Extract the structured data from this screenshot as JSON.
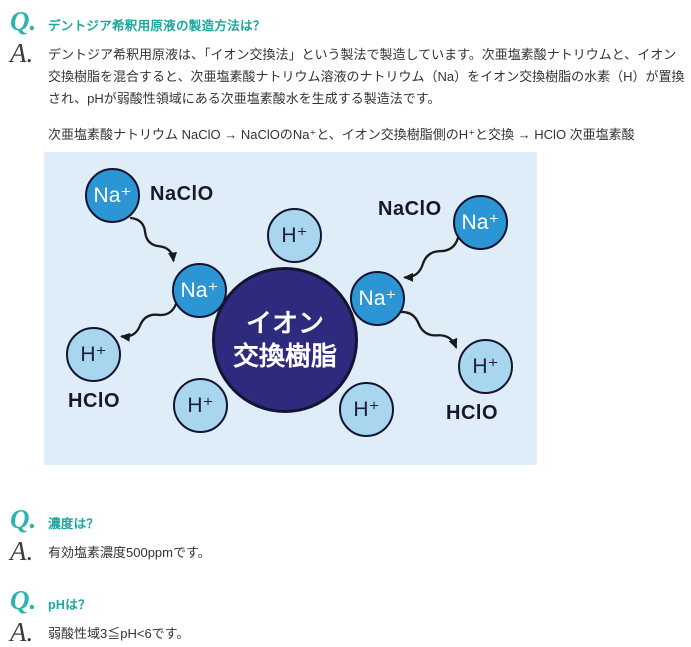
{
  "page": {
    "q_marker": "Q.",
    "a_marker": "A.",
    "marker_teal": "#2cb5ad",
    "question_teal": "#1aa89e",
    "text_color": "#333333"
  },
  "faq": [
    {
      "question": "デントジア希釈用原液の製造方法は？",
      "answer": "デントジア希釈用原液は、「イオン交換法」という製法で製造しています。次亜塩素酸ナトリウムと、イオン交換樹脂を混合すると、次亜塩素酸ナトリウム溶液のナトリウム（Na）をイオン交換樹脂の水素（H）が置換され、pHが弱酸性領域にある次亜塩素酸水を生成する製造法です。",
      "formula": "次亜塩素酸ナトリウム NaClO → NaClOのNa⁺と、イオン交換樹脂側のH⁺と交換 → HClO 次亜塩素酸"
    },
    {
      "question": "濃度は？",
      "answer": "有効塩素濃度500ppmです。"
    },
    {
      "question": "pHは？",
      "answer": "弱酸性域3≦pH<6です。"
    }
  ],
  "diagram": {
    "background": "#dfedf8",
    "center": {
      "line1": "イオン",
      "line2": "交換樹脂",
      "fill": "#2e2a7e",
      "text_color": "#ffffff"
    },
    "ions": {
      "na": "Na⁺",
      "h": "H⁺"
    },
    "na_fill": "#2b96d3",
    "h_fill": "#a7d6ee",
    "labels": {
      "naclo_left": "NaClO",
      "naclo_right": "NaClO",
      "hclo_left": "HClO",
      "hclo_right": "HClO"
    }
  }
}
